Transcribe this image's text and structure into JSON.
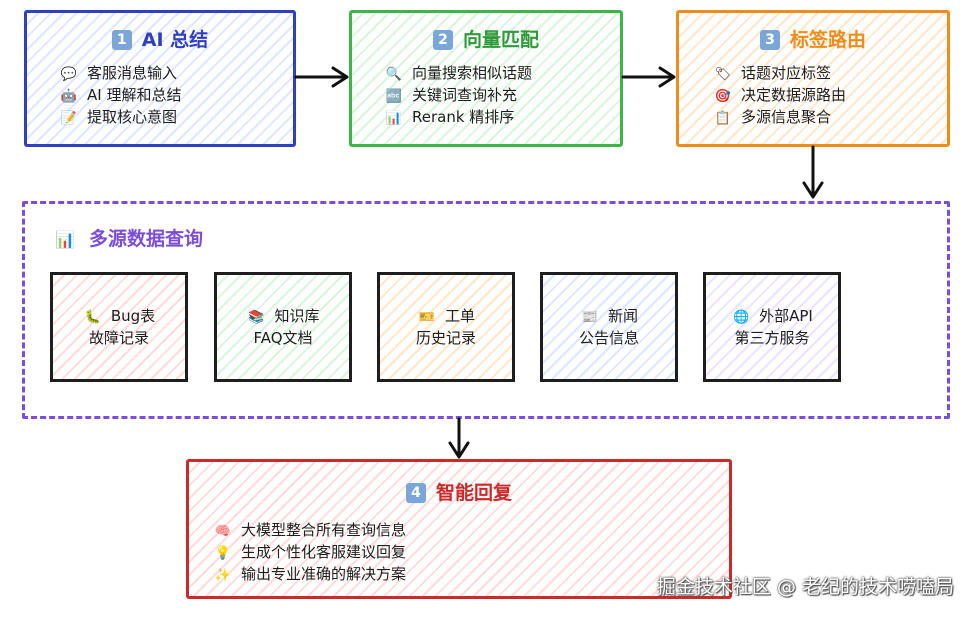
{
  "step1": {
    "num": "1",
    "title": "AI 总结",
    "items": [
      {
        "icon": "speech-bubble-icon",
        "glyph": "💬",
        "text": "客服消息输入"
      },
      {
        "icon": "robot-icon",
        "glyph": "🤖",
        "text": "AI 理解和总结"
      },
      {
        "icon": "memo-icon",
        "glyph": "📝",
        "text": "提取核心意图"
      }
    ]
  },
  "step2": {
    "num": "2",
    "title": "向量匹配",
    "items": [
      {
        "icon": "magnifier-icon",
        "glyph": "🔍",
        "text": "向量搜索相似话题"
      },
      {
        "icon": "abc-icon",
        "glyph": "🔤",
        "text": "关键词查询补充"
      },
      {
        "icon": "bar-chart-icon",
        "glyph": "📊",
        "text": "Rerank 精排序"
      }
    ]
  },
  "step3": {
    "num": "3",
    "title": "标签路由",
    "items": [
      {
        "icon": "tag-icon",
        "glyph": "🏷",
        "text": "话题对应标签"
      },
      {
        "icon": "target-icon",
        "glyph": "🎯",
        "text": "决定数据源路由"
      },
      {
        "icon": "clipboard-icon",
        "glyph": "📋",
        "text": "多源信息聚合"
      }
    ]
  },
  "query": {
    "icon": "bar-chart-icon",
    "title": "多源数据查询",
    "sources": [
      {
        "icon": "bug-icon",
        "glyph": "🐛",
        "line1": "Bug表",
        "line2": "故障记录",
        "color": "#c92a2a"
      },
      {
        "icon": "books-icon",
        "glyph": "📚",
        "line1": "知识库",
        "line2": "FAQ文档",
        "color": "#3fb549"
      },
      {
        "icon": "ticket-icon",
        "glyph": "🎫",
        "line1": "工单",
        "line2": "历史记录",
        "color": "#f08c1a"
      },
      {
        "icon": "newspaper-icon",
        "glyph": "📰",
        "line1": "新闻",
        "line2": "公告信息",
        "color": "#2f3fbf"
      },
      {
        "icon": "globe-icon",
        "glyph": "🌐",
        "line1": "外部API",
        "line2": "第三方服务",
        "color": "#7c4ddb"
      }
    ]
  },
  "step4": {
    "num": "4",
    "title": "智能回复",
    "items": [
      {
        "icon": "brain-icon",
        "glyph": "🧠",
        "text": "大模型整合所有查询信息"
      },
      {
        "icon": "lightbulb-icon",
        "glyph": "💡",
        "text": "生成个性化客服建议回复"
      },
      {
        "icon": "sparkles-icon",
        "glyph": "✨",
        "text": "输出专业准确的解决方案"
      }
    ]
  },
  "watermark": "掘金技术社区 @ 老纪的技术唠嗑局"
}
